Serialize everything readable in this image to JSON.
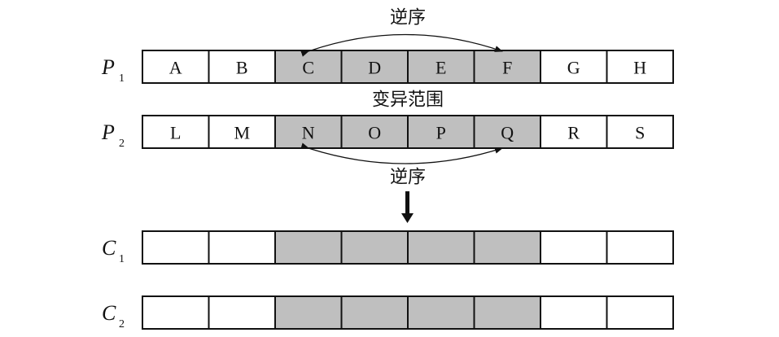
{
  "colors": {
    "highlight": "#bfbfbf",
    "plain": "#ffffff",
    "stroke": "#111111"
  },
  "rows": [
    {
      "name": "P",
      "sub": "1",
      "cells": [
        "A",
        "B",
        "C",
        "D",
        "E",
        "F",
        "G",
        "H"
      ],
      "highlight": [
        2,
        3,
        4,
        5
      ]
    },
    {
      "name": "P",
      "sub": "2",
      "cells": [
        "L",
        "M",
        "N",
        "O",
        "P",
        "Q",
        "R",
        "S"
      ],
      "highlight": [
        2,
        3,
        4,
        5
      ]
    },
    {
      "name": "C",
      "sub": "1",
      "cells": [
        "",
        "",
        "",
        "",
        "",
        "",
        "",
        ""
      ],
      "highlight": [
        2,
        3,
        4,
        5
      ]
    },
    {
      "name": "C",
      "sub": "2",
      "cells": [
        "",
        "",
        "",
        "",
        "",
        "",
        "",
        ""
      ],
      "highlight": [
        2,
        3,
        4,
        5
      ]
    }
  ],
  "annotations": {
    "top_reverse": "逆序",
    "mutation_range": "变异范围",
    "bottom_reverse": "逆序"
  }
}
